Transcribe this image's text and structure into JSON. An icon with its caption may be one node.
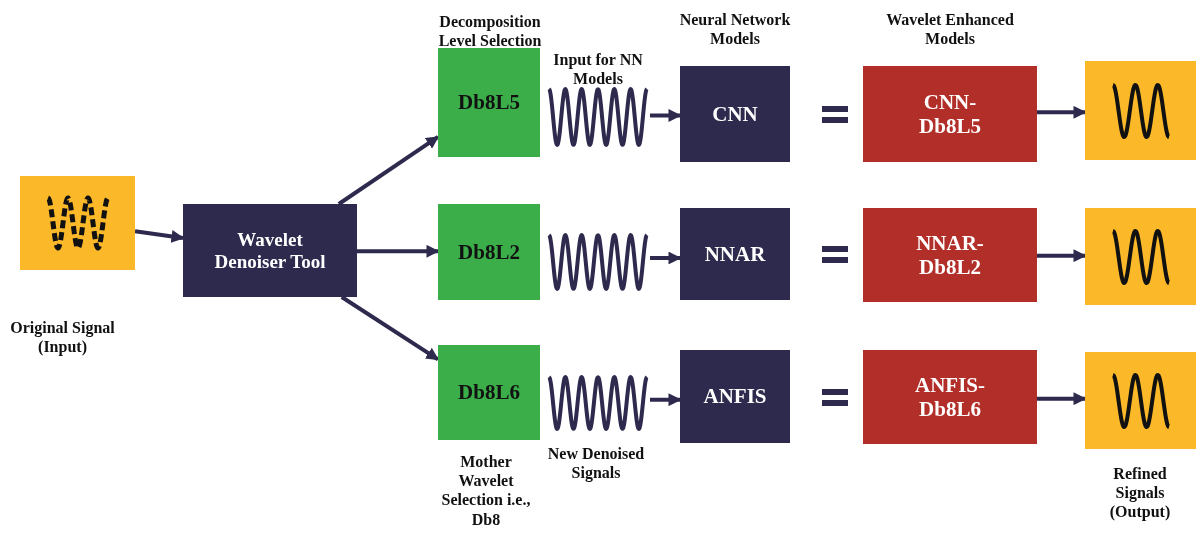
{
  "diagram": {
    "nodes": [
      {
        "text": [],
        "shape": "box",
        "beside": [
          "Original Signal (Input)"
        ]
      },
      {
        "text": [
          "Wavelet Denoiser Tool"
        ]
      },
      {
        "text": [
          "Db8L5"
        ],
        "beside": [
          "Decomposition Level Selection"
        ]
      },
      {
        "text": [
          "Db8L2"
        ]
      },
      {
        "text": [
          "Db8L6"
        ],
        "beside": [
          "Mother Wavelet Selection i.e., Db8"
        ]
      },
      {
        "text": [],
        "shape": "wave",
        "beside": [
          "Input for NN Models"
        ]
      },
      {
        "text": [],
        "shape": "wave"
      },
      {
        "text": [],
        "shape": "wave",
        "beside": [
          "New Denoised Signals"
        ]
      },
      {
        "text": [
          "CNN"
        ],
        "beside": [
          "Neural Network Models"
        ]
      },
      {
        "text": [
          "NNAR"
        ]
      },
      {
        "text": [
          "ANFIS"
        ]
      },
      {
        "text": [
          "CNN-Db8L5"
        ],
        "beside": [
          "Wavelet Enhanced Models"
        ]
      },
      {
        "text": [
          "NNAR- Db8L2"
        ]
      },
      {
        "text": [
          "ANFIS- Db8L6"
        ]
      },
      {
        "text": [],
        "shape": "box"
      },
      {
        "text": [],
        "shape": "box"
      },
      {
        "text": [],
        "shape": "box",
        "beside": [
          "Refined Signals (Output)"
        ]
      }
    ],
    "edges": [
      {
        "from": 0,
        "to": 1,
        "arrow": "to"
      },
      {
        "from": 1,
        "to": 2,
        "arrow": "to"
      },
      {
        "from": 1,
        "to": 3,
        "arrow": "to"
      },
      {
        "from": 1,
        "to": 4,
        "arrow": "to"
      },
      {
        "from": 5,
        "to": 8,
        "arrow": "to"
      },
      {
        "from": 6,
        "to": 9,
        "arrow": "to"
      },
      {
        "from": 7,
        "to": 10,
        "arrow": "to"
      },
      {
        "from": 11,
        "to": 14,
        "arrow": "to"
      },
      {
        "from": 12,
        "to": 15,
        "arrow": "to"
      },
      {
        "from": 13,
        "to": 16,
        "arrow": "to"
      }
    ]
  }
}
